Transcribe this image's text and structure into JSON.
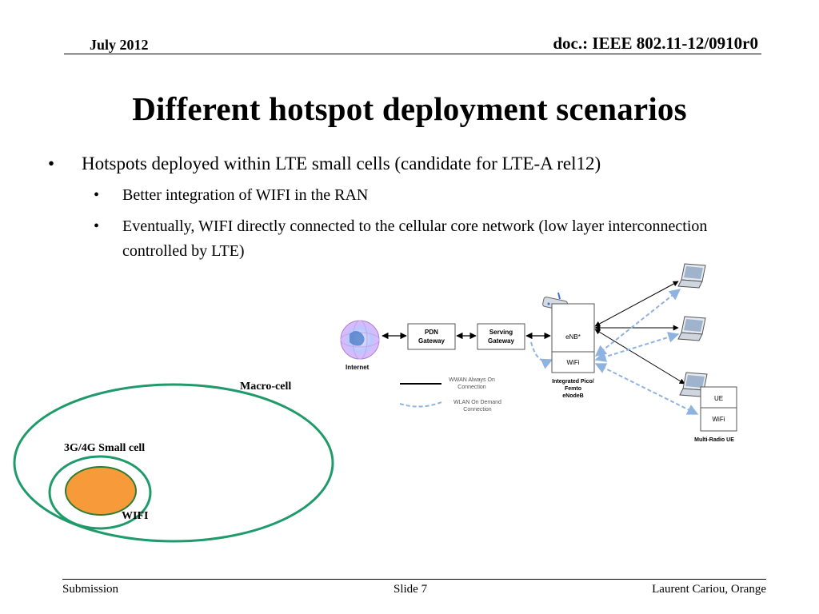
{
  "header": {
    "date": "July 2012",
    "doc": "doc.: IEEE 802.11-12/0910r0"
  },
  "title": "Different hotspot deployment scenarios",
  "bullets": {
    "main": "Hotspots deployed within LTE small cells (candidate for LTE-A rel12)",
    "sub1": "Better integration of WIFI in the RAN",
    "sub2": "Eventually, WIFI directly connected to the cellular core network (low layer interconnection controlled by LTE)",
    "marker": "•"
  },
  "cells_diagram": {
    "macro_label": "Macro-cell",
    "small_label": "3G/4G Small cell",
    "wifi_label": "WIFI",
    "colors": {
      "ring": "#1f9a6b",
      "wifi_fill": "#f79a3a",
      "wifi_stroke": "#2e7d32"
    }
  },
  "network_diagram": {
    "internet": "Internet",
    "pdn": [
      "PDN",
      "Gateway"
    ],
    "serving": [
      "Serving",
      "Gateway"
    ],
    "enb": "eNB*",
    "enb_wifi": "WiFi",
    "enb_caption": [
      "Integrated Pico/",
      "Femto",
      "eNodeB"
    ],
    "ue": "UE",
    "ue_wifi": "WiFi",
    "ue_caption": "Multi-Radio UE",
    "legend": {
      "solid": [
        "WWAN Always On",
        "Connection"
      ],
      "dashed": [
        "WLAN On Demand",
        "Connection"
      ]
    },
    "colors": {
      "dashed": "#8fb3e0",
      "box": "#555555"
    }
  },
  "footer": {
    "left": "Submission",
    "center": "Slide 7",
    "right": "Laurent Cariou, Orange"
  }
}
